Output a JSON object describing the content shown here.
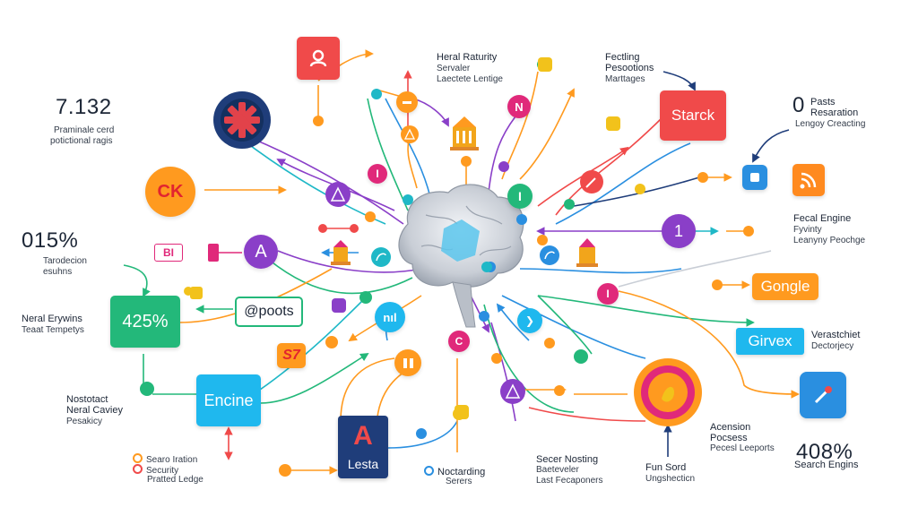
{
  "stat_top_left": {
    "value": "7.132",
    "line1": "Praminale cerd",
    "line2": "potictional ragis"
  },
  "stat_mid_left": {
    "value": "015%",
    "line1": "Tarodecion",
    "line2": "esuhns"
  },
  "neral_erywins": {
    "line1": "Neral Erywins",
    "line2": "Teaat Tempetys"
  },
  "nostotact": {
    "line1": "Nostotact",
    "line2": "Neral Caviey",
    "line3": "Pesakicy"
  },
  "search_block": {
    "line1": "Searo Iration",
    "line2": "Security",
    "line3": "Pratted Ledge"
  },
  "heral_raturity": {
    "line1": "Heral Raturity",
    "line2": "Servaler",
    "line3": "Laectete Lentige"
  },
  "fectling": {
    "line1": "Fectling",
    "line2": "Pesootions",
    "line3": "Marttages"
  },
  "pasts": {
    "num": "0",
    "line1": "Pasts",
    "line2": "Resaration",
    "line3": "Lengoy Creacting"
  },
  "fecal_engine": {
    "line1": "Fecal Engine",
    "line2": "Fyvinty",
    "line3": "Leanyny Peochge"
  },
  "verastchiet": {
    "line1": "Verastchiet",
    "line2": "Dectorjecy"
  },
  "acension": {
    "line1": "Acension",
    "line2": "Pocsess",
    "line3": "Pecesl Leeports"
  },
  "stat_bottom_right": {
    "value": "408%",
    "line1": "Search Engins"
  },
  "fun_sord": {
    "line1": "Fun Sord",
    "line2": "Ungshecticn"
  },
  "secor_nosting": {
    "line1": "Secer Nosting",
    "line2": "Baeteveler",
    "line3": "Last Fecaponers"
  },
  "noctarding": {
    "line1": "Noctarding",
    "line2": "Serers"
  },
  "nodes": {
    "ck": "CK",
    "starck": "Starck",
    "google": "Gongle",
    "girvex": "Girvex",
    "engine": "Encine",
    "lesta_letter": "A",
    "lesta": "Lesta",
    "pct_425": "425%",
    "apoots": "@poots",
    "bi": "BI",
    "a_circle": "A",
    "one_circle": "1",
    "n_circle": "N",
    "l_circle": "I",
    "c_circle": "C",
    "s7": "S7",
    "nil": "nıl",
    "i_red": "I",
    "i_red2": "I",
    "i_green": "I"
  },
  "colors": {
    "orange": "#ff9a1f",
    "red": "#f04a4a",
    "purple": "#8a3fc8",
    "green": "#23b87a",
    "teal": "#1fb8c7",
    "blue": "#2a8fe0",
    "navy": "#1f3d7a",
    "magenta": "#e0297a",
    "yellow": "#f2c21b"
  }
}
